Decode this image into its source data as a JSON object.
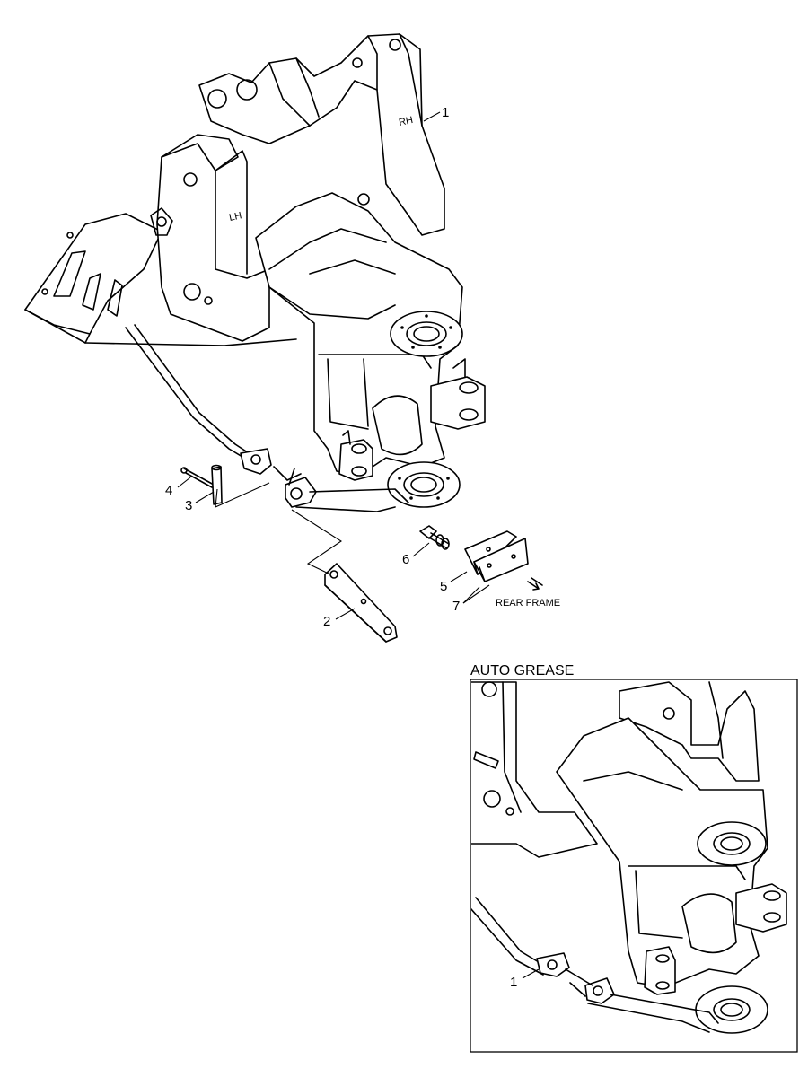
{
  "callouts": {
    "c1": "1",
    "c2": "2",
    "c3": "3",
    "c4": "4",
    "c5": "5",
    "c6": "6",
    "c7": "7",
    "inset_c1": "1"
  },
  "labels": {
    "rh": "RH",
    "lh": "LH",
    "rear_frame": "REAR FRAME"
  },
  "inset": {
    "title": "AUTO GREASE"
  }
}
